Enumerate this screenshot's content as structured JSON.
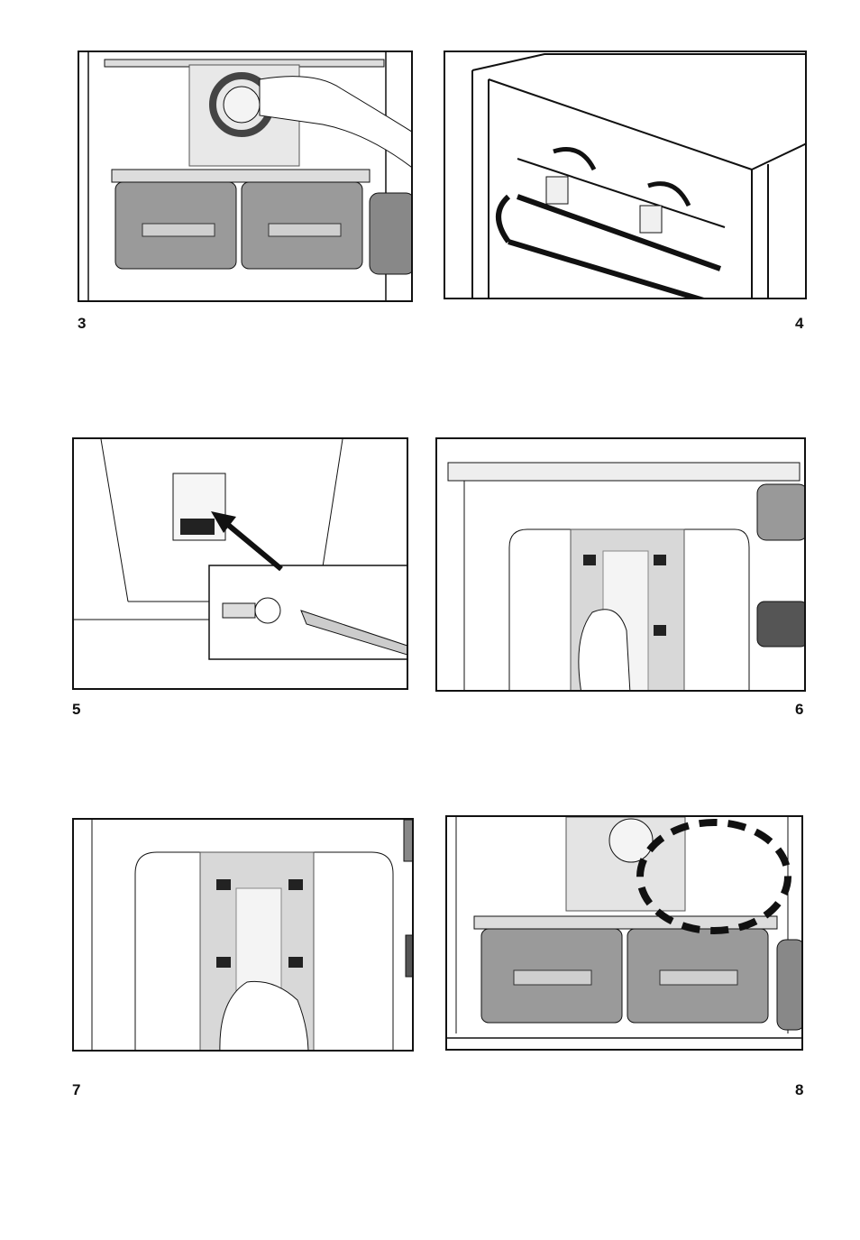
{
  "figures": [
    {
      "number": "3",
      "illustration": "fridge-interior-removing-light-cover-knob"
    },
    {
      "number": "4",
      "illustration": "fridge-rear-condenser-with-clips"
    },
    {
      "number": "5",
      "illustration": "screw-and-screwdriver-inset"
    },
    {
      "number": "6",
      "illustration": "hand-removing-light-cover"
    },
    {
      "number": "7",
      "illustration": "hands-replacing-bulb"
    },
    {
      "number": "8",
      "illustration": "light-cover-removed-highlighted-area"
    }
  ],
  "colors": {
    "line": "#111111",
    "drawer_fill": "#9a9a9a",
    "highlight_ring": "#111111"
  }
}
